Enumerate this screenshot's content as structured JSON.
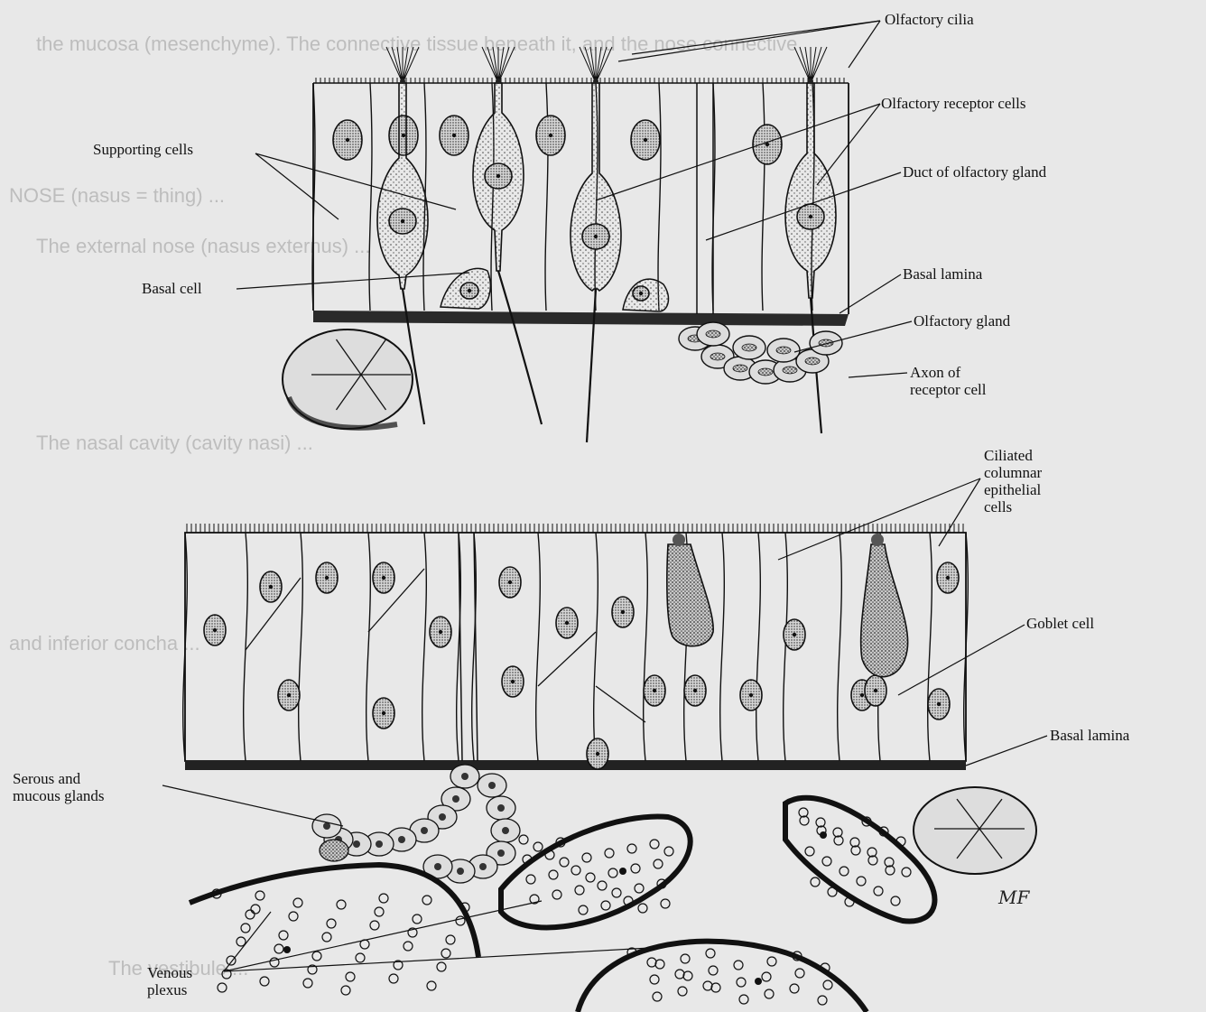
{
  "labels": {
    "olfactory_cilia": "Olfactory cilia",
    "olfactory_receptor_cells": "Olfactory receptor cells",
    "supporting_cells": "Supporting cells",
    "duct_of_olfactory_gland": "Duct of olfactory gland",
    "basal_lamina_top": "Basal lamina",
    "basal_cell": "Basal cell",
    "olfactory_gland": "Olfactory gland",
    "axon_of_receptor_cell": "Axon of\nreceptor cell",
    "ciliated_columnar": "Ciliated\ncolumnar\nepithelial\ncells",
    "goblet_cell": "Goblet cell",
    "basal_lamina_bottom": "Basal lamina",
    "serous_mucous_glands": "Serous and\nmucous glands",
    "venous_plexus": "Venous\nplexus"
  },
  "signature": "MF",
  "bleed_through_text": [
    "the mucosa (mesenchyme). The connective tissue beneath it, and the nose connective",
    "NOSE (nasus = thing) ...",
    "The external nose (nasus externus) ...",
    "The nasal cavity (cavity nasi) ...",
    "and inferior concha ...",
    "The vestibule ..."
  ],
  "colors": {
    "ink": "#111111",
    "paper": "#e8e8e8",
    "stipple": "#555555",
    "ghost": "#9b9b9b"
  }
}
